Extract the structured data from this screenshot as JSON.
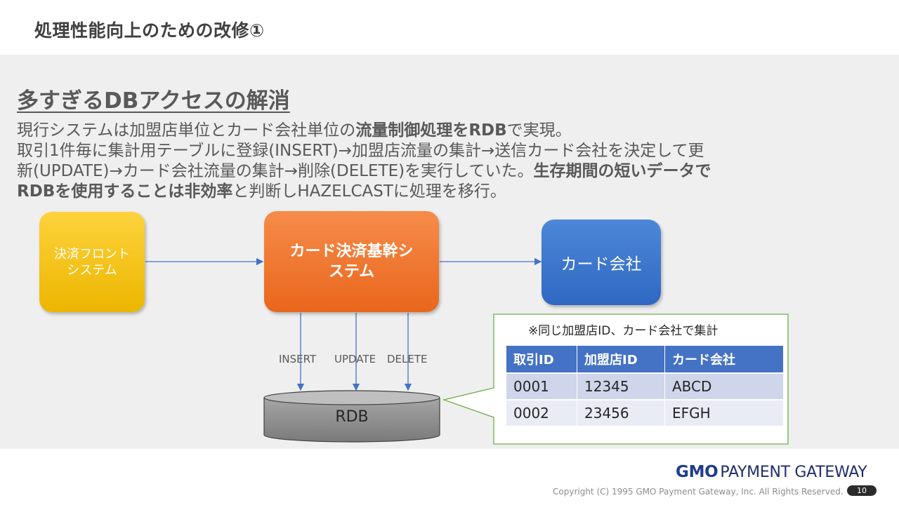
{
  "header": {
    "title": "処理性能向上のための改修①"
  },
  "section": {
    "title": "多すぎるDBアクセスの解消"
  },
  "description": {
    "line1": {
      "p1": "現行システムは加盟店単位とカード会社単位の",
      "b1": "流量制御処理をRDB",
      "p2": "で実現。"
    },
    "line2": "取引1件毎に集計用テーブルに登録(INSERT)→加盟店流量の集計→送信カード会社を決定して更",
    "line3": {
      "p1": "新(UPDATE)→カード会社流量の集計→削除(DELETE)を実行していた。",
      "b1": "生存期間の短いデータで"
    },
    "line4": {
      "b1": "RDBを使用することは非効率",
      "p1": "と判断しHAZELCASTに処理を移行。"
    }
  },
  "diagram": {
    "front_system": {
      "line1": "決済フロント",
      "line2": "システム"
    },
    "core_system": {
      "line1": "カード決済基幹シ",
      "line2": "ステム"
    },
    "card_company": "カード会社",
    "operations": {
      "insert": "INSERT",
      "update": "UPDATE",
      "delete": "DELETE"
    },
    "database": "RDB",
    "colors": {
      "front": "#f5c518",
      "core": "#ee7b30",
      "card": "#3f77cc",
      "arrow": "#4472c4",
      "callout_border": "#70ad47",
      "table_header": "#4472c4"
    }
  },
  "callout": {
    "note": "※同じ加盟店ID、カード会社で集計",
    "table": {
      "headers": [
        "取引ID",
        "加盟店ID",
        "カード会社"
      ],
      "rows": [
        [
          "0001",
          "12345",
          "ABCD"
        ],
        [
          "0002",
          "23456",
          "EFGH"
        ]
      ]
    }
  },
  "footer": {
    "brand_gmo": "GMO",
    "brand_rest": "PAYMENT GATEWAY",
    "copyright": "Copyright (C) 1995 GMO Payment Gateway, Inc. All Rights Reserved.",
    "page": "10"
  }
}
